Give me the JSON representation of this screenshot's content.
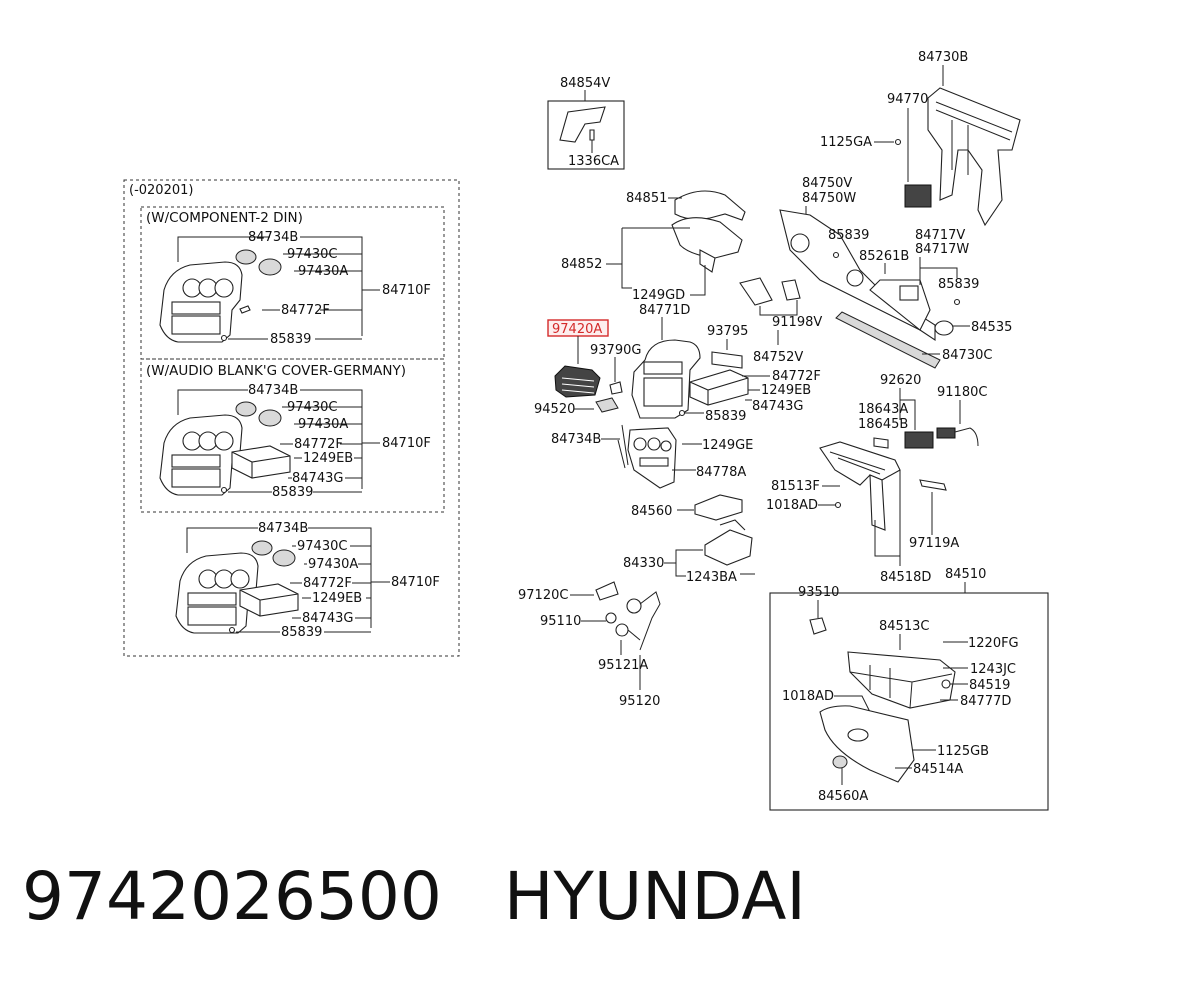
{
  "footer": {
    "part_number": "9742026500",
    "brand": "HYUNDAI"
  },
  "diagram": {
    "highlight_color": "#d42a2a",
    "highlighted_part": "97420A",
    "variant_box": {
      "header": "(-020201)",
      "sections": [
        {
          "title": "(W/COMPONENT-2 DIN)",
          "labels": {
            "housing": "84734B",
            "vent_c": "97430C",
            "vent_a": "97430A",
            "panel": "84710F",
            "clip": "84772F",
            "screw": "85839"
          }
        },
        {
          "title": "(W/AUDIO BLANK'G COVER-GERMANY)",
          "labels": {
            "housing": "84734B",
            "vent_c": "97430C",
            "vent_a": "97430A",
            "clip": "84772F",
            "bolt": "1249EB",
            "cover": "84743G",
            "panel": "84710F",
            "screw": "85839"
          }
        },
        {
          "title": "",
          "labels": {
            "housing": "84734B",
            "vent_c": "97430C",
            "vent_a": "97430A",
            "clip": "84772F",
            "bolt": "1249EB",
            "cover": "84743G",
            "panel": "84710F",
            "screw": "85839"
          }
        }
      ]
    },
    "labels": {
      "p84854V": "84854V",
      "p1336CA": "1336CA",
      "p84851": "84851",
      "p84852": "84852",
      "p1249GD": "1249GD",
      "p84771D": "84771D",
      "p97420A": "97420A",
      "p93790G": "93790G",
      "p94520": "94520",
      "p84734B": "84734B",
      "p93795": "93795",
      "p84772F": "84772F",
      "p1249EB": "1249EB",
      "p84743G": "84743G",
      "p85839a": "85839",
      "p1249GE": "1249GE",
      "p84778A": "84778A",
      "p84560": "84560",
      "p84330": "84330",
      "p1243BA": "1243BA",
      "p97120C": "97120C",
      "p95110": "95110",
      "p95121A": "95121A",
      "p95120": "95120",
      "p84730B": "84730B",
      "p94770": "94770",
      "p1125GA": "1125GA",
      "p84750V": "84750V",
      "p84750W": "84750W",
      "p85839b": "85839",
      "p85261B": "85261B",
      "p84717V": "84717V",
      "p84717W": "84717W",
      "p85839c": "85839",
      "p91198V": "91198V",
      "p84752V": "84752V",
      "p84535": "84535",
      "p84730C": "84730C",
      "p92620": "92620",
      "p18643A": "18643A",
      "p18645B": "18645B",
      "p91180C": "91180C",
      "p81513F": "81513F",
      "p1018ADa": "1018AD",
      "p97119A": "97119A",
      "p84518D": "84518D",
      "p84510": "84510",
      "p93510": "93510",
      "p84513C": "84513C",
      "p1220FG": "1220FG",
      "p1243JC": "1243JC",
      "p84519": "84519",
      "p1018ADb": "1018AD",
      "p84777D": "84777D",
      "p1125GB": "1125GB",
      "p84514A": "84514A",
      "p84560A": "84560A"
    }
  }
}
